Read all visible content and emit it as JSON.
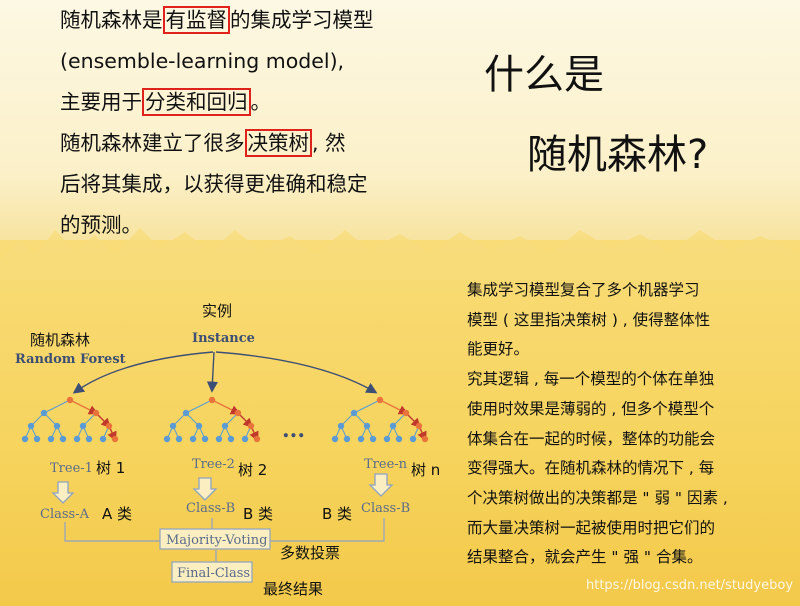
{
  "intro": {
    "line1_a": "随机森林是",
    "line1_hl": "有监督",
    "line1_b": "的集成学习模型",
    "line2": "(ensemble-learning model),",
    "line3_a": "主要用于",
    "line3_hl": "分类和回归",
    "line3_b": "。",
    "line4_a": "随机森林建立了很多",
    "line4_hl": "决策树",
    "line4_b": ", 然",
    "line5": "后将其集成，以获得更准确和稳定",
    "line6": "的预测。"
  },
  "heading": {
    "line1": "什么是",
    "line2": "随机森林?"
  },
  "description": {
    "lines": [
      "集成学习模型复合了多个机器学习",
      "模型 ( 这里指决策树 ) , 使得整体性",
      "能更好。",
      "究其逻辑 , 每一个模型的个体在单独",
      "使用时效果是薄弱的 , 但多个模型个",
      "体集合在一起的时候，整体的功能会",
      "变得强大。在随机森林的情况下 , 每",
      "个决策树做出的决策都是 \" 弱 \" 因素 ,",
      "而大量决策树一起被使用时把它们的",
      "结果整合，就会产生 \" 强 \" 合集。"
    ]
  },
  "watermark": "https://blog.csdn.net/studyeboy",
  "diagram": {
    "rf_cn": "随机森林",
    "rf_en": "Random Forest",
    "instance_cn": "实例",
    "instance_en": "Instance",
    "ellipsis": "...",
    "trees": [
      {
        "en": "Tree-1",
        "cn": "树 1"
      },
      {
        "en": "Tree-2",
        "cn": "树 2"
      },
      {
        "en": "Tree-n",
        "cn": "树 n"
      }
    ],
    "classes": [
      {
        "en": "Class-A",
        "cn": "A 类"
      },
      {
        "en": "Class-B",
        "cn": "B 类"
      },
      {
        "en": "Class-B",
        "cn": "B 类"
      }
    ],
    "voting_en": "Majority-Voting",
    "voting_cn": "多数投票",
    "final_en": "Final-Class",
    "final_cn": "最终结果"
  },
  "colors": {
    "highlight_border": "#e0221c",
    "node_blue": "#5b9bd5",
    "node_orange": "#e8743b",
    "arrow_red": "#c0392b"
  }
}
